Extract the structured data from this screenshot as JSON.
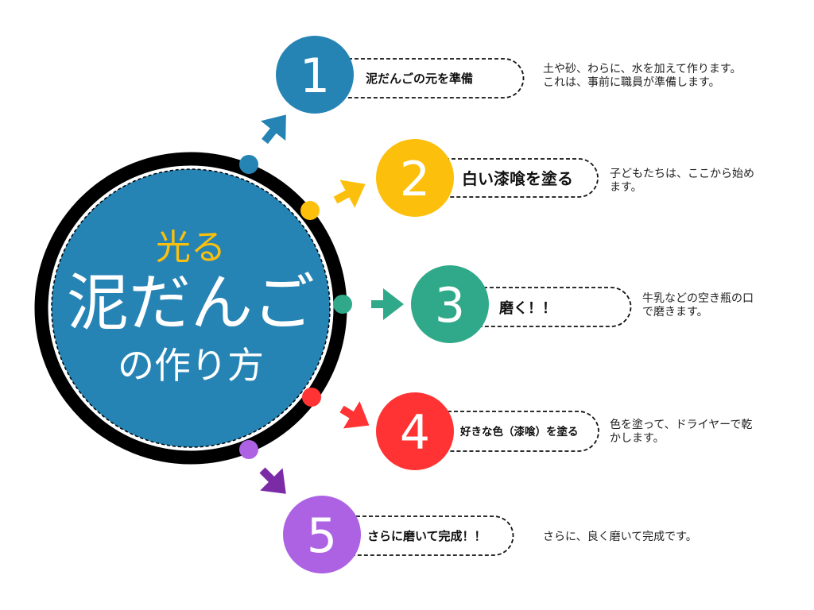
{
  "title": {
    "line1": "光る",
    "line2": "泥だんご",
    "line3": "の作り方"
  },
  "colors": {
    "blue": "#2684b4",
    "yellow": "#fcc00c",
    "green": "#2fa98a",
    "red": "#ff3333",
    "purple": "#ad62e4",
    "purple_arrow": "#7b2ba6"
  },
  "steps": [
    {
      "number": "1",
      "label": "泥だんごの元を準備",
      "desc": [
        "土や砂、わらに、水を加えて作ります。",
        "これは、事前に職員が準備します。"
      ]
    },
    {
      "number": "2",
      "label": "白い漆喰を塗る",
      "desc": [
        "子どもたちは、ここから始め",
        "ます。"
      ]
    },
    {
      "number": "3",
      "label": "磨く！！",
      "desc": [
        "牛乳などの空き瓶の口",
        "で磨きます。"
      ]
    },
    {
      "number": "4",
      "label": "好きな色（漆喰）を塗る",
      "desc": [
        "色を塗って、ドライヤーで乾",
        "かします。"
      ]
    },
    {
      "number": "5",
      "label": "さらに磨いて完成！！",
      "desc": [
        "さらに、良く磨いて完成です。"
      ]
    }
  ]
}
